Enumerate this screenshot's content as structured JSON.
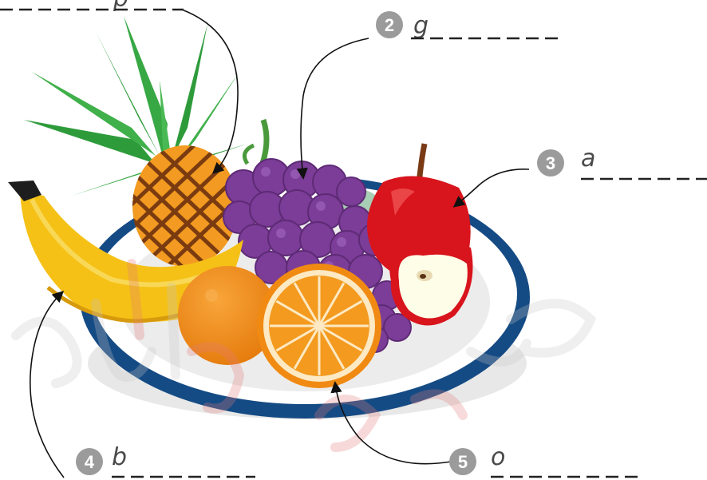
{
  "labels": [
    {
      "number": "",
      "letter": "p"
    },
    {
      "number": "2",
      "letter": "g"
    },
    {
      "number": "3",
      "letter": "a"
    },
    {
      "number": "4",
      "letter": "b"
    },
    {
      "number": "5",
      "letter": "o"
    }
  ],
  "colors": {
    "badge": "#9b9b9b",
    "plate_rim": "#154b84",
    "banana": "#f5c116",
    "grapes": "#7b3d97",
    "apple": "#d8141c",
    "orange": "#f08a12",
    "leaves": "#2e9b3b",
    "pineapple": "#b8641d"
  },
  "watermark_text": "صور لفواكه"
}
